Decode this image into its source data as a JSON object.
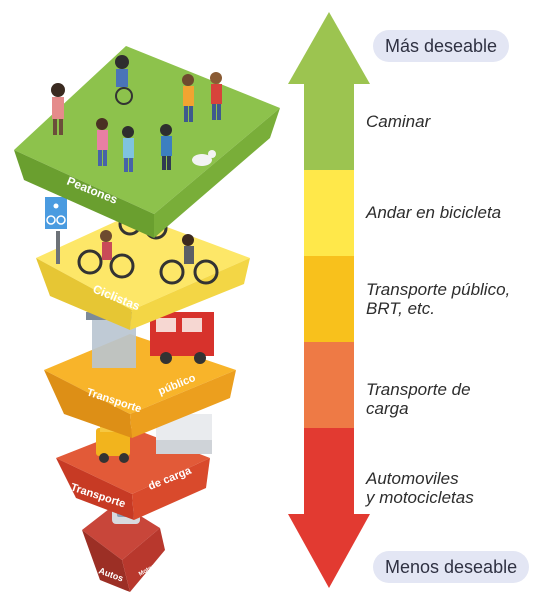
{
  "scale": {
    "top_label": "Más deseable",
    "bottom_label": "Menos deseable",
    "bands": [
      {
        "label": "Caminar",
        "color": "#9cc450"
      },
      {
        "label": "Andar en bicicleta",
        "color": "#ffe84a"
      },
      {
        "label": "Transporte público,\nBRT, etc.",
        "color": "#f8c11c"
      },
      {
        "label": "Transporte de\ncarga",
        "color": "#ee7a45"
      },
      {
        "label": "Automoviles\ny motocicletas",
        "color": "#e23a31"
      }
    ]
  },
  "pyramid": {
    "layers": [
      {
        "label": "Peatones"
      },
      {
        "label": "Ciclistas"
      },
      {
        "label": "Transporte",
        "label2": "público"
      },
      {
        "label": "Transporte",
        "label2": "de carga"
      },
      {
        "label": "Autos",
        "label2": "Motos"
      }
    ],
    "sign": "bike-sign-icon"
  }
}
